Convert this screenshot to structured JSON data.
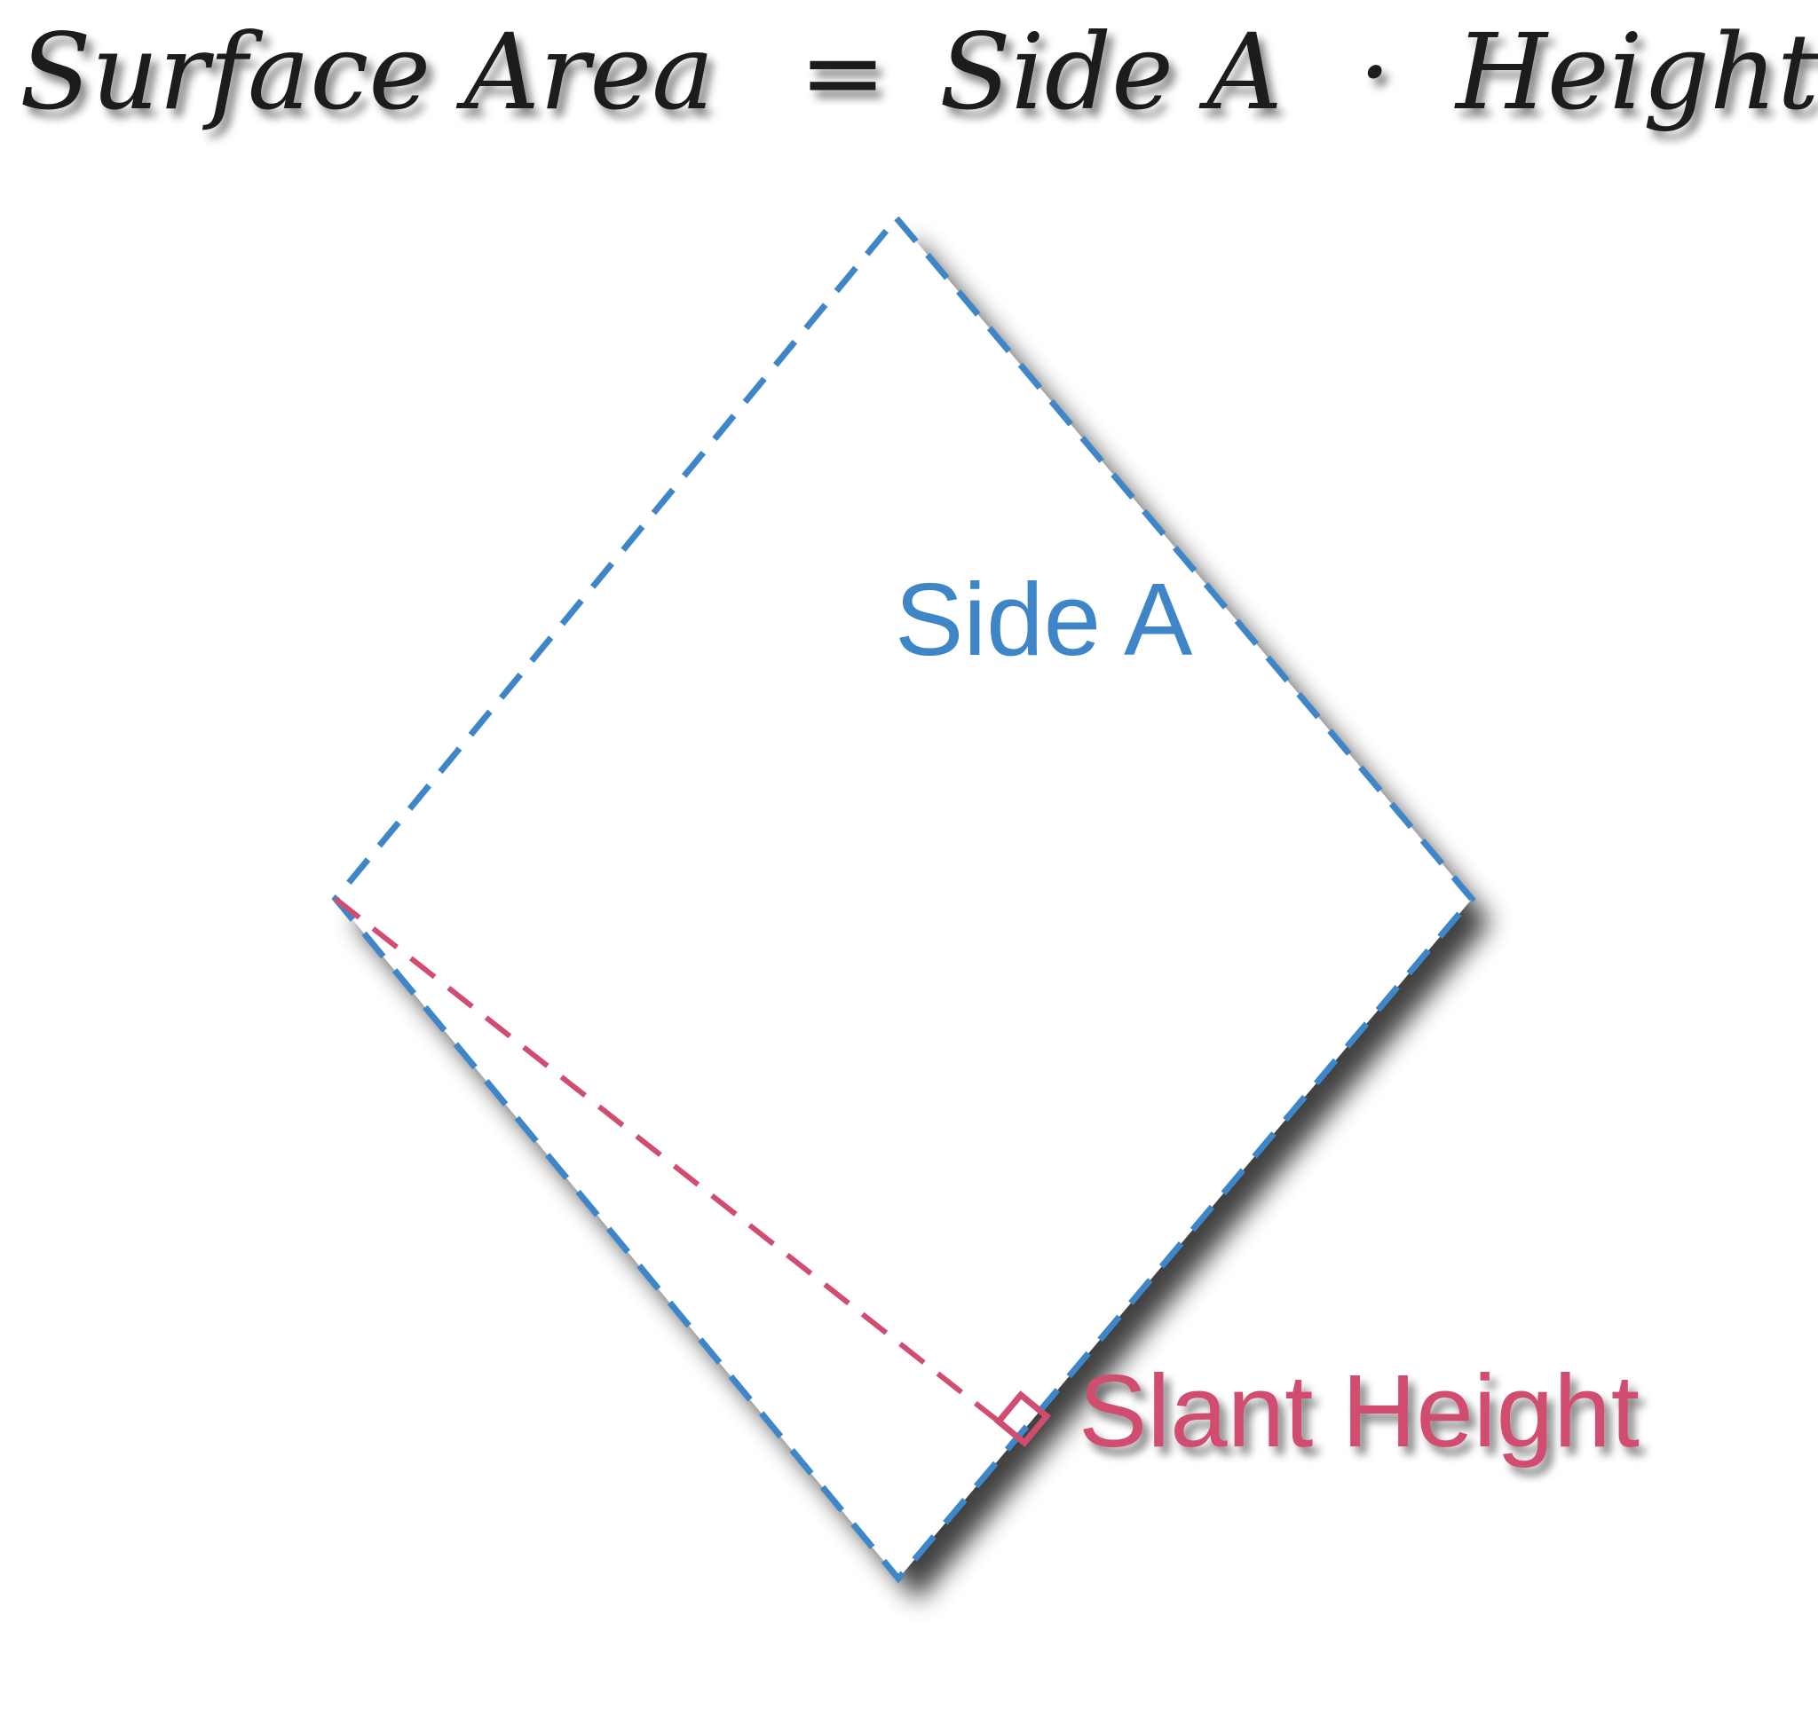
{
  "formula": {
    "lhs": "Surface Area",
    "equals": "=",
    "side": "Side A",
    "dot": "·",
    "height": "Height"
  },
  "labels": {
    "side_a": "Side A",
    "slant_height": "Slant Height"
  },
  "colors": {
    "side": "#3f86c8",
    "height": "#d14d70",
    "text": "#1a1a1a",
    "background": "#ffffff"
  }
}
